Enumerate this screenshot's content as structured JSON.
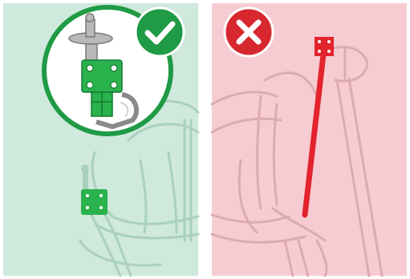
{
  "illustration": {
    "panels": [
      {
        "id": "correct",
        "status": "correct",
        "icon": "checkmark-icon",
        "background": "#cfe9dc",
        "badge_color": "#1f9a45",
        "mark_color": "#2ab24c"
      },
      {
        "id": "incorrect",
        "status": "incorrect",
        "icon": "x-mark-icon",
        "background": "#f6ccd2",
        "badge_color": "#d7282f",
        "mark_color": "#e3232d"
      }
    ],
    "outline_color_correct": "#9fc9b2",
    "outline_color_incorrect": "#d9a3ab"
  }
}
